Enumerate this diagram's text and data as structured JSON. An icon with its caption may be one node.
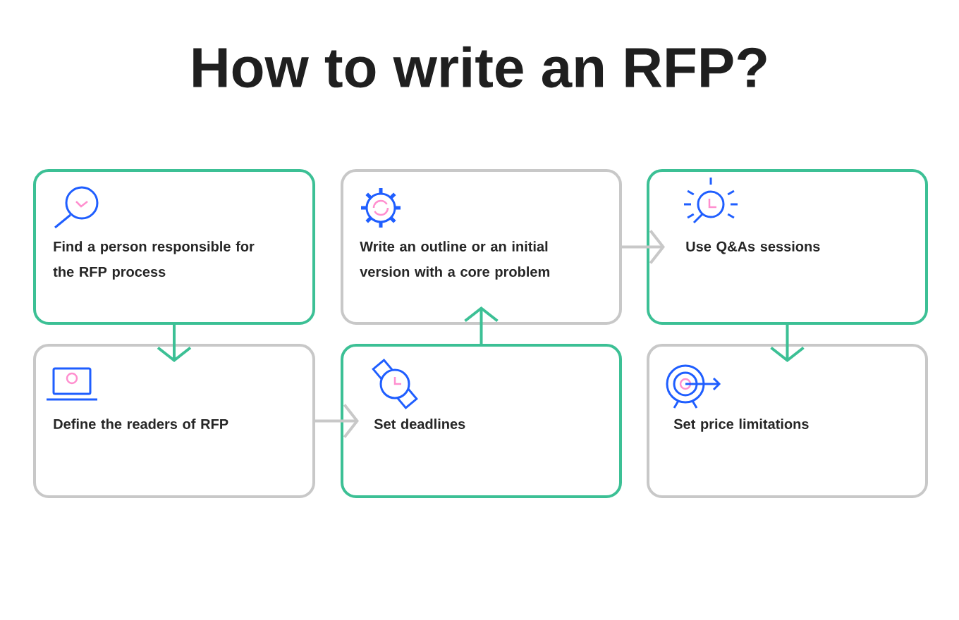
{
  "diagram": {
    "title": "How to write an RFP?",
    "nodes": [
      {
        "text": [
          "Find a person responsible for the RFP process"
        ]
      },
      {
        "text": [
          "Write an outline or an initial version with a core problem"
        ]
      },
      {
        "text": [
          "Use Q&As sessions"
        ]
      },
      {
        "text": [
          "Define the readers of RFP"
        ]
      },
      {
        "text": [
          "Set deadlines"
        ]
      },
      {
        "text": [
          "Set price limitations"
        ]
      }
    ],
    "edges": [
      {
        "from": 0,
        "to": 3,
        "arrow": "to"
      },
      {
        "from": 3,
        "to": 4,
        "arrow": "to",
        "color": "#c8c8c8"
      },
      {
        "from": 4,
        "to": 1,
        "arrow": "to"
      },
      {
        "from": 1,
        "to": 2,
        "arrow": "to",
        "color": "#c8c8c8"
      },
      {
        "from": 2,
        "to": 5,
        "arrow": "to"
      }
    ]
  }
}
